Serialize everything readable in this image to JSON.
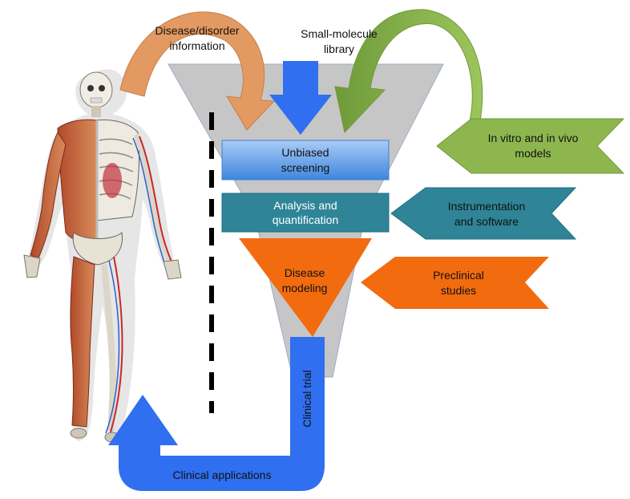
{
  "labels": {
    "disease_info_line1": "Disease/disorder",
    "disease_info_line2": "information",
    "library_line1": "Small-molecule",
    "library_line2": "library",
    "models_line1": "In vitro and in vivo",
    "models_line2": "models",
    "screening_line1": "Unbiased",
    "screening_line2": "screening",
    "analysis_line1": "Analysis and",
    "analysis_line2": "quantification",
    "instrument_line1": "Instrumentation",
    "instrument_line2": "and software",
    "modeling_line1": "Disease",
    "modeling_line2": "modeling",
    "preclinical_line1": "Preclinical",
    "preclinical_line2": "studies",
    "clinical_trial": "Clinical trial",
    "clinical_applications": "Clinical applications"
  },
  "colors": {
    "funnel": "#c6c6c6",
    "orange_arrow": "#e39a62",
    "blue": "#2f6ff0",
    "green": "#8db64f",
    "teal": "#2f8597",
    "orange": "#f26b0f",
    "screening_box": "#6aa6e8"
  },
  "icons": {
    "anatomy": "human-anatomy-figure"
  }
}
